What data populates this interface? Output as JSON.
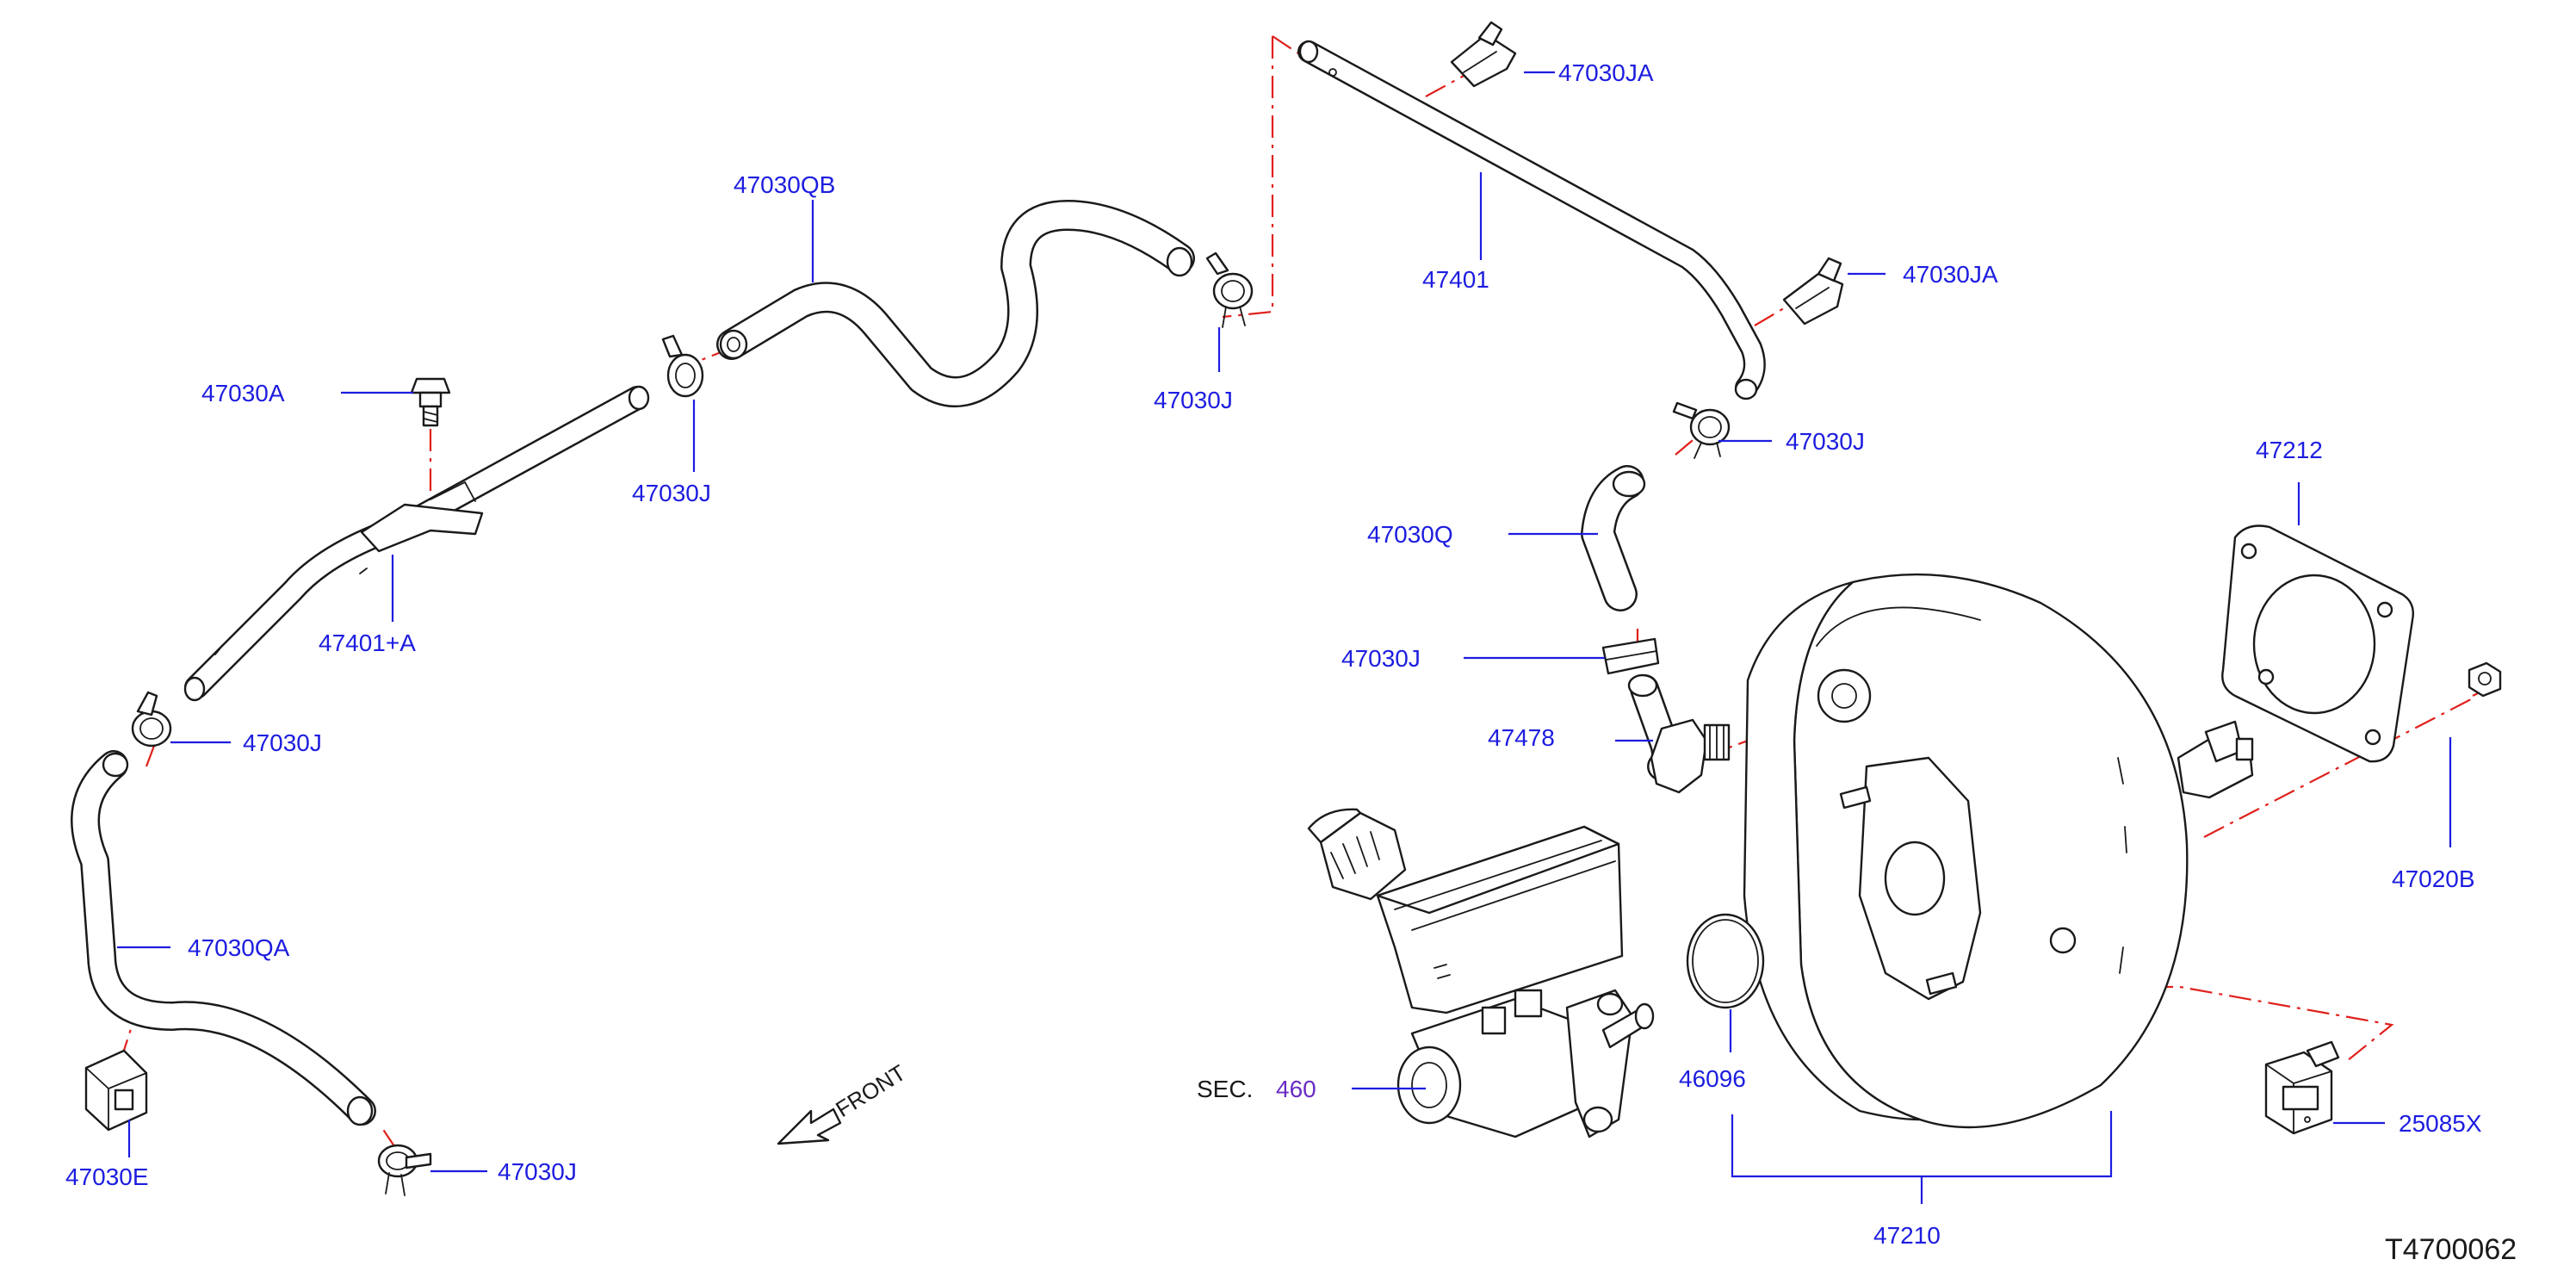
{
  "labels": {
    "p47030JA_top": "47030JA",
    "p47030QB": "47030QB",
    "p47401": "47401",
    "p47030JA_right": "47030JA",
    "p47030A": "47030A",
    "p47030J_a": "47030J",
    "p47030J_b": "47030J",
    "p47030J_c": "47030J",
    "p47401A": "47401+A",
    "p47030Q": "47030Q",
    "p47212": "47212",
    "p47030J_d": "47030J",
    "p47478": "47478",
    "p47030J_e": "47030J",
    "p47020B": "47020B",
    "p47030QA": "47030QA",
    "sec_prefix": "SEC.",
    "sec_number": "460",
    "p46096": "46096",
    "p25085X": "25085X",
    "p47030E": "47030E",
    "p47030J_f": "47030J",
    "p47210": "47210",
    "front": "FRONT",
    "diagram_code": "T4700062"
  },
  "colors": {
    "label": "#1d1de0",
    "reference": "#6a2bc4",
    "centerline": "#e0201c",
    "part_line": "#1a1a1a"
  }
}
